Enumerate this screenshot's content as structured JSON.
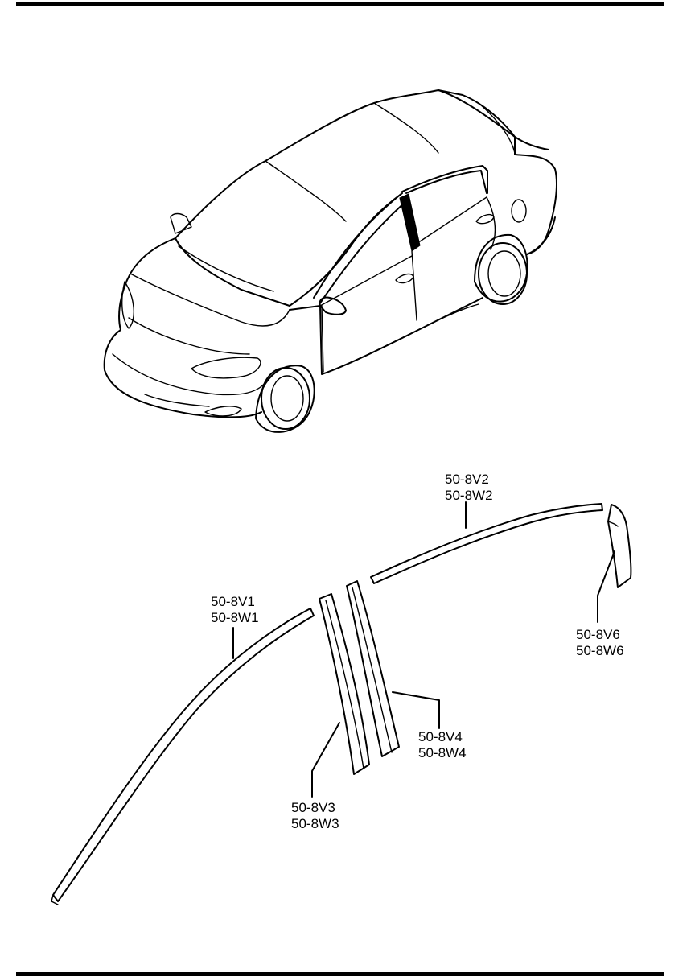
{
  "callouts": [
    {
      "id": "v1",
      "lines": [
        "50-8V1",
        "50-8W1"
      ]
    },
    {
      "id": "v2",
      "lines": [
        "50-8V2",
        "50-8W2"
      ]
    },
    {
      "id": "v3",
      "lines": [
        "50-8V3",
        "50-8W3"
      ]
    },
    {
      "id": "v4",
      "lines": [
        "50-8V4",
        "50-8W4"
      ]
    },
    {
      "id": "v6",
      "lines": [
        "50-8V6",
        "50-8W6"
      ]
    }
  ]
}
